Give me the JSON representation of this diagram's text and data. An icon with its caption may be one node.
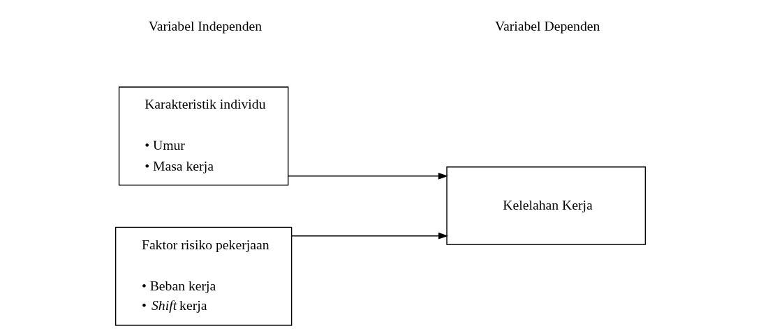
{
  "diagram": {
    "nodes": [
      {
        "text": [
          "Karakteristik individu",
          "• Umur",
          "• Masa kerja"
        ]
      },
      {
        "text": [
          "Faktor risiko pekerjaan",
          "• Beban kerja",
          "• *Shift* kerja"
        ]
      },
      {
        "text": [
          "Kelelahan Kerja"
        ]
      }
    ],
    "edges": [
      {
        "from": 0,
        "to": 2,
        "arrow": "to"
      },
      {
        "from": 1,
        "to": 2,
        "arrow": "to"
      }
    ],
    "labels": [
      "Variabel Independen",
      "Variabel Dependen"
    ]
  }
}
